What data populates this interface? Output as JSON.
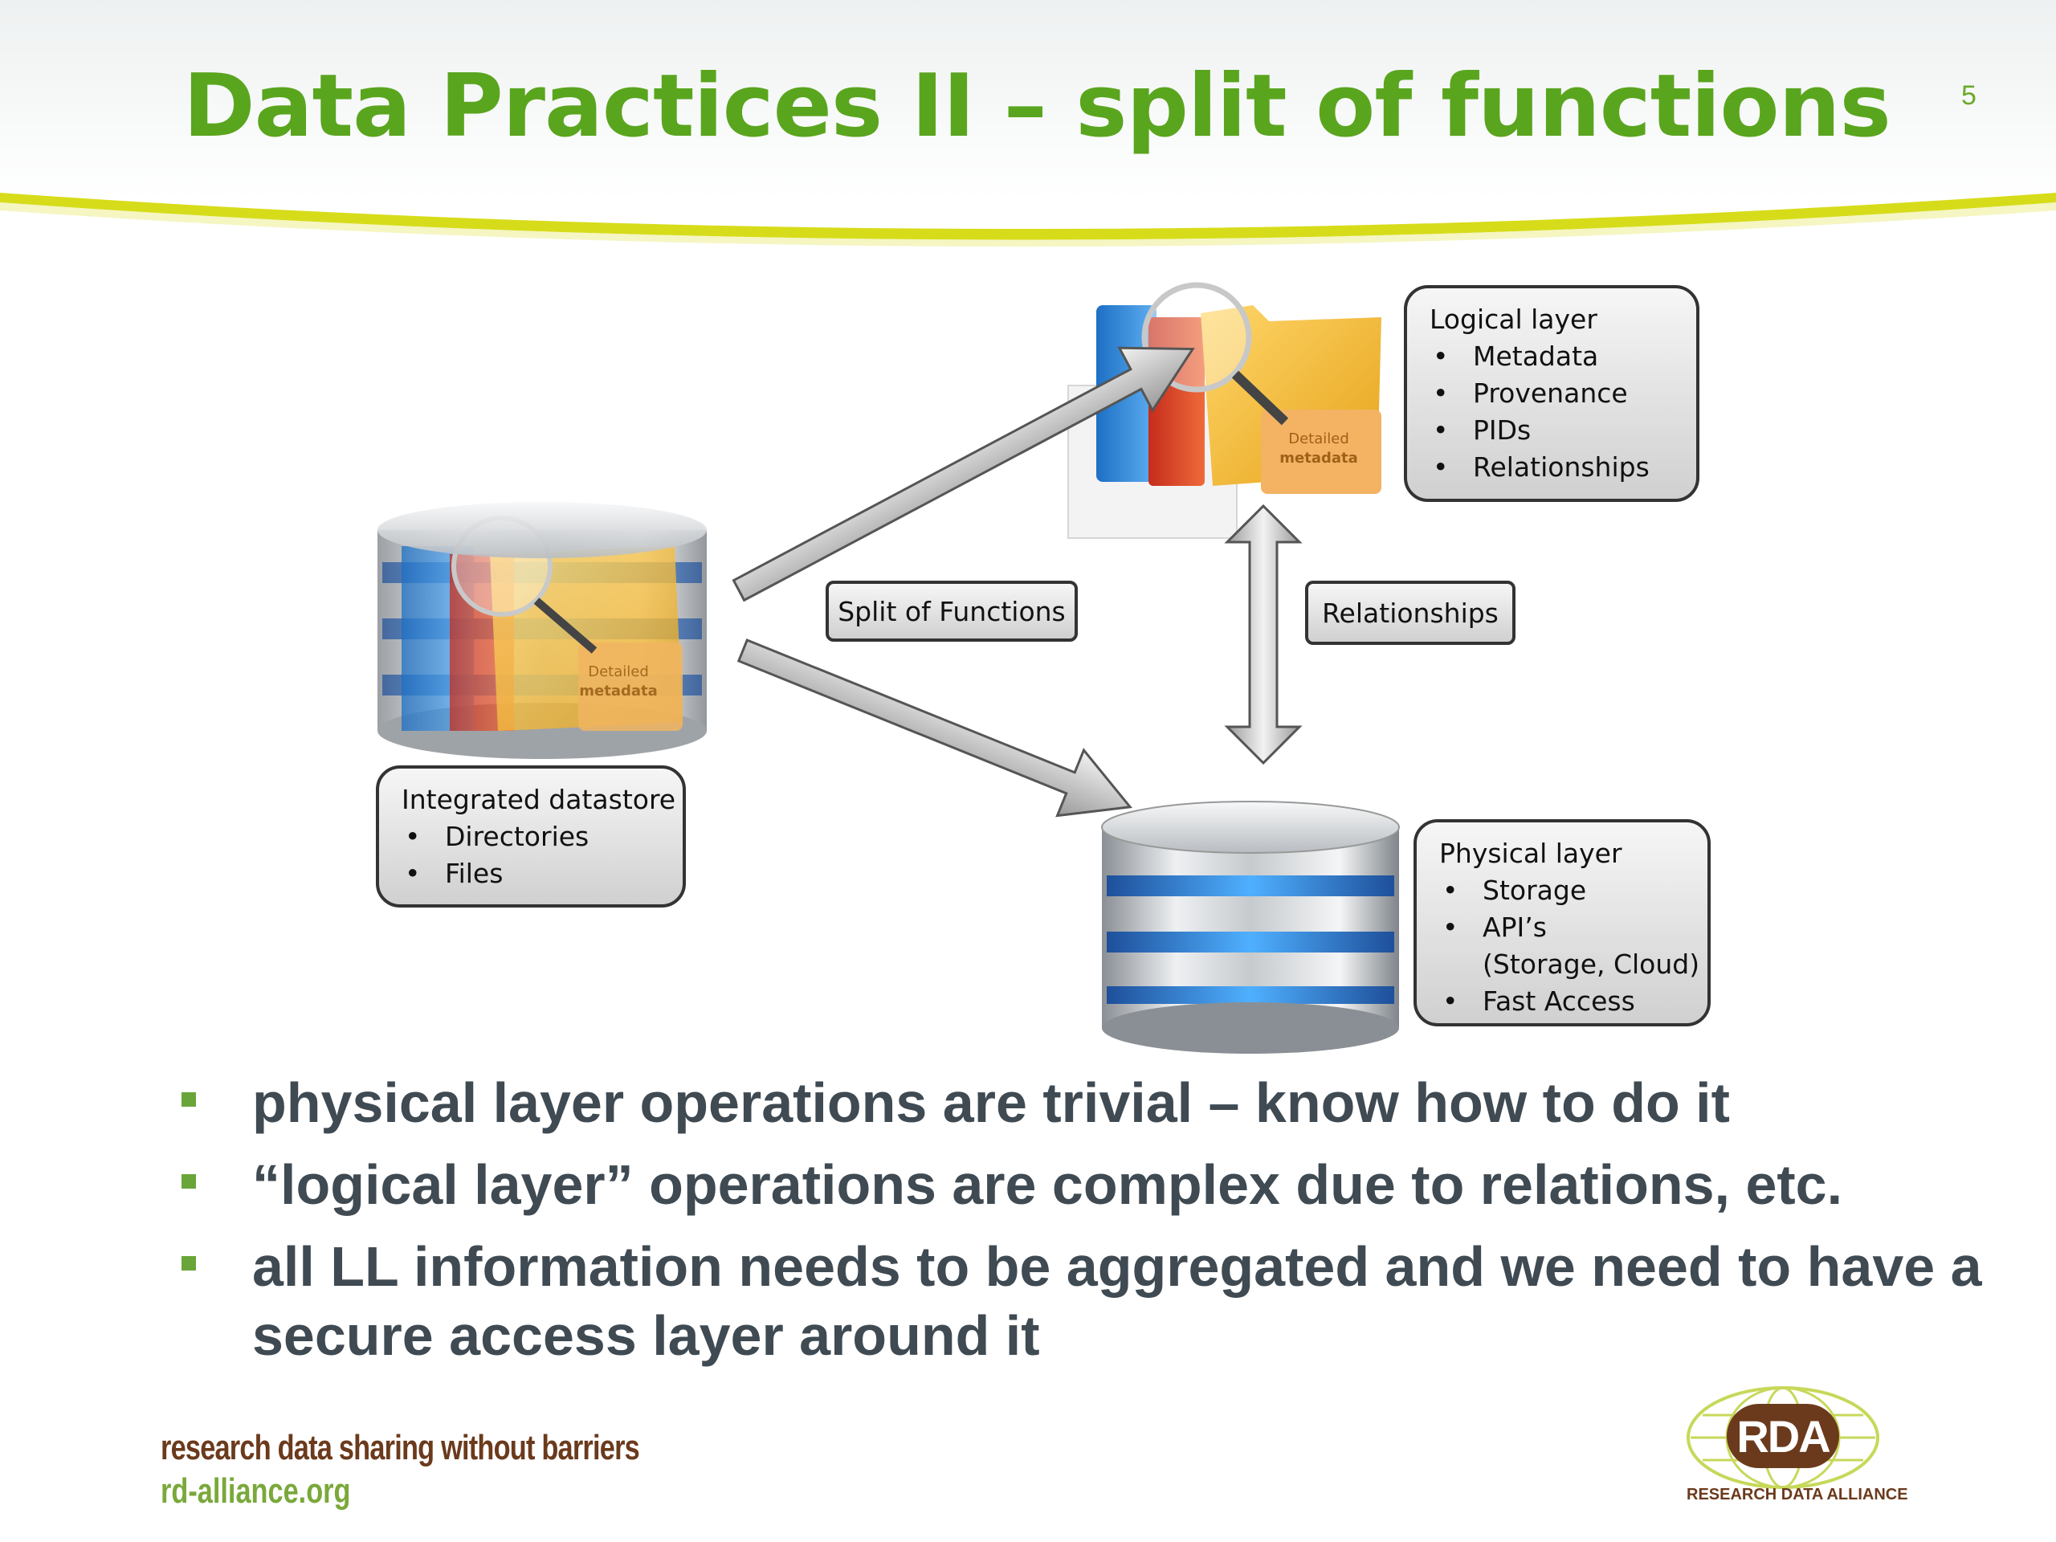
{
  "slide": {
    "title": "Data Practices II – split of functions",
    "page_number": "5"
  },
  "diagram": {
    "integrated": {
      "title": "Integrated datastore",
      "items": [
        "Directories",
        "Files"
      ],
      "folder_tag": "Detailed metadata"
    },
    "logical": {
      "title": "Logical layer",
      "items": [
        "Metadata",
        "Provenance",
        "PIDs",
        "Relationships"
      ],
      "folder_tag": "Detailed metadata"
    },
    "physical": {
      "title": "Physical layer",
      "item_storage": "Storage",
      "item_apis": "API’s",
      "item_apis_cont": "(Storage, Cloud)",
      "item_fast": "Fast Access"
    },
    "split_label": "Split of Functions",
    "relationships_label": "Relationships"
  },
  "bullets": [
    "physical layer operations are trivial – know how to do it",
    "“logical layer” operations are complex due to relations, etc.",
    "all LL information needs to be aggregated and we need to have a secure access layer around it"
  ],
  "footer": {
    "tagline": "research data sharing without barriers",
    "url": "rd-alliance.org",
    "logo_text": "RDA",
    "logo_subtext": "RESEARCH DATA ALLIANCE"
  },
  "colors": {
    "title_green": "#5aa51e",
    "accent_yellow": "#d7dc1a",
    "bullet_text": "#3f4a52"
  }
}
